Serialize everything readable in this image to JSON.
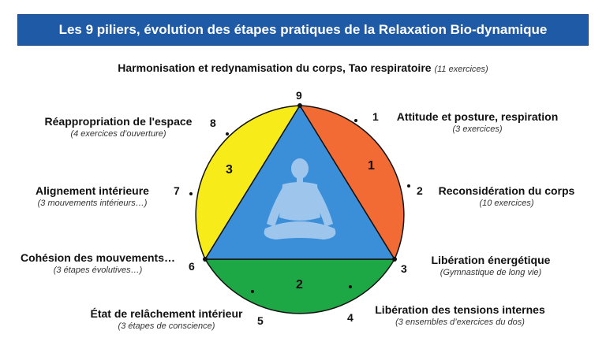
{
  "title": "Les 9 piliers, évolution des étapes pratiques de la Relaxation Bio-dynamique",
  "top": {
    "label": "Harmonisation et redynamisation du corps, Tao respiratoire",
    "sub": "(11 exercices)"
  },
  "pillars": [
    {
      "num": "1",
      "label": "Attitude et posture, respiration",
      "sub": "(3 exercices)"
    },
    {
      "num": "2",
      "label": "Reconsidération du corps",
      "sub": "(10 exercices)"
    },
    {
      "num": "3",
      "label": "Libération énergétique",
      "sub": "(Gymnastique de long vie)"
    },
    {
      "num": "4",
      "label": "Libération des tensions internes",
      "sub": "(3 ensembles d’exercices du dos)"
    },
    {
      "num": "5",
      "label": "État de relâchement intérieur",
      "sub": "(3 étapes de conscience)"
    },
    {
      "num": "6",
      "label": "Cohésion des mouvements…",
      "sub": "(3 étapes évolutives…)"
    },
    {
      "num": "7",
      "label": "Alignement intérieure",
      "sub": "(3 mouvements intérieurs…)"
    },
    {
      "num": "8",
      "label": "Réappropriation de l'espace",
      "sub": "(4 exercices d’ouverture)"
    },
    {
      "num": "9"
    }
  ],
  "segments": {
    "s1": "1",
    "s2": "2",
    "s3": "3"
  },
  "colors": {
    "banner": "#1f5aa6",
    "orange": "#f26b35",
    "yellow": "#f7ec1a",
    "green": "#1ea845",
    "triangle": "#3b8fd9",
    "figure": "#a9cdf0"
  }
}
